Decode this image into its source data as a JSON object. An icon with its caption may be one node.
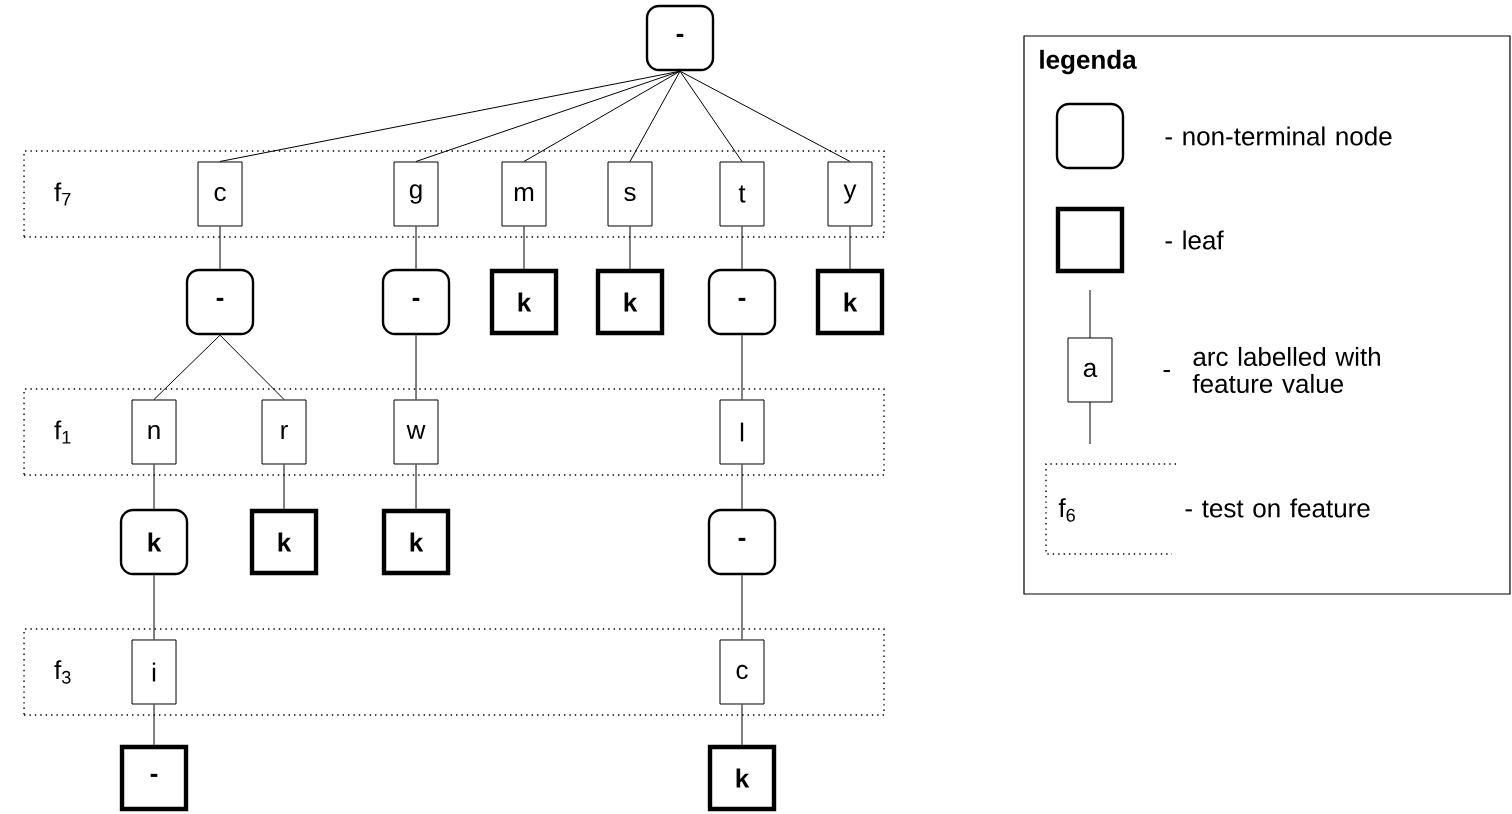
{
  "diagram": {
    "nodes": [
      {
        "text": [
          "-"
        ]
      },
      {
        "text": [
          "f$_{7}$"
        ]
      },
      {
        "text": [
          "c"
        ],
        "in": 1
      },
      {
        "text": [
          "g"
        ],
        "in": 1
      },
      {
        "text": [
          "m"
        ],
        "in": 1
      },
      {
        "text": [
          "s"
        ],
        "in": 1
      },
      {
        "text": [
          "t"
        ],
        "in": 1
      },
      {
        "text": [
          "y"
        ],
        "in": 1
      },
      {
        "text": [
          "-"
        ]
      },
      {
        "text": [
          "-"
        ]
      },
      {
        "text": [
          "k"
        ]
      },
      {
        "text": [
          "k"
        ]
      },
      {
        "text": [
          "-"
        ]
      },
      {
        "text": [
          "k"
        ]
      },
      {
        "text": [
          "f$_{1}$"
        ]
      },
      {
        "text": [
          "n"
        ],
        "in": 14
      },
      {
        "text": [
          "r"
        ],
        "in": 14
      },
      {
        "text": [
          "w"
        ],
        "in": 14
      },
      {
        "text": [
          "l"
        ],
        "in": 14
      },
      {
        "text": [
          "k"
        ]
      },
      {
        "text": [
          "k"
        ]
      },
      {
        "text": [
          "k"
        ]
      },
      {
        "text": [
          "-"
        ]
      },
      {
        "text": [
          "f$_{3}$"
        ]
      },
      {
        "text": [
          "i"
        ],
        "in": 23
      },
      {
        "text": [
          "c"
        ],
        "in": 23
      },
      {
        "text": [
          "-"
        ]
      },
      {
        "text": [
          "k"
        ]
      },
      {
        "text": [],
        "shape": "box"
      },
      {
        "text": [],
        "shape": "box"
      },
      {
        "text": [
          "a"
        ]
      }
    ],
    "edges": [
      {
        "from": 0,
        "to": 2,
        "arrow": "none"
      },
      {
        "from": 0,
        "to": 3,
        "arrow": "none"
      },
      {
        "from": 0,
        "to": 4,
        "arrow": "none"
      },
      {
        "from": 0,
        "to": 5,
        "arrow": "none"
      },
      {
        "from": 0,
        "to": 6,
        "arrow": "none"
      },
      {
        "from": 0,
        "to": 7,
        "arrow": "none"
      },
      {
        "from": 2,
        "to": 8,
        "arrow": "none"
      },
      {
        "from": 3,
        "to": 9,
        "arrow": "none"
      },
      {
        "from": 4,
        "to": 10,
        "arrow": "none"
      },
      {
        "from": 5,
        "to": 11,
        "arrow": "none"
      },
      {
        "from": 6,
        "to": 12,
        "arrow": "none"
      },
      {
        "from": 7,
        "to": 13,
        "arrow": "none"
      },
      {
        "from": 8,
        "to": 15,
        "arrow": "none"
      },
      {
        "from": 8,
        "to": 16,
        "arrow": "none"
      },
      {
        "from": 9,
        "to": 17,
        "arrow": "none"
      },
      {
        "from": 12,
        "to": 18,
        "arrow": "none"
      },
      {
        "from": 15,
        "to": 19,
        "arrow": "none"
      },
      {
        "from": 16,
        "to": 20,
        "arrow": "none"
      },
      {
        "from": 17,
        "to": 21,
        "arrow": "none"
      },
      {
        "from": 18,
        "to": 22,
        "arrow": "none"
      },
      {
        "from": 19,
        "to": 24,
        "arrow": "none"
      },
      {
        "from": 22,
        "to": 25,
        "arrow": "none"
      },
      {
        "from": 24,
        "to": 26,
        "arrow": "none"
      },
      {
        "from": 25,
        "to": 27,
        "arrow": "none"
      }
    ],
    "labels": [
      "legenda",
      "-",
      "f$_{6}$"
    ],
    "legend": [
      {
        "text": "- non-terminal node"
      },
      {
        "text": "- leaf"
      },
      {
        "text": "arc labelled with feature value"
      },
      {
        "text": "- test on feature"
      }
    ]
  }
}
